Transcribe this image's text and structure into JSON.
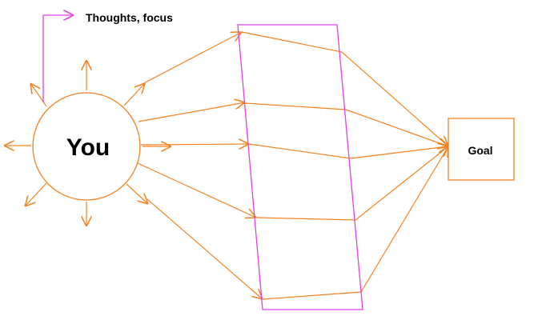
{
  "labels": {
    "center": "You",
    "target": "Goal",
    "focus_note": "Thoughts, focus"
  },
  "colors": {
    "orange": "#f58220",
    "magenta": "#e63fe6",
    "text": "#000000"
  }
}
